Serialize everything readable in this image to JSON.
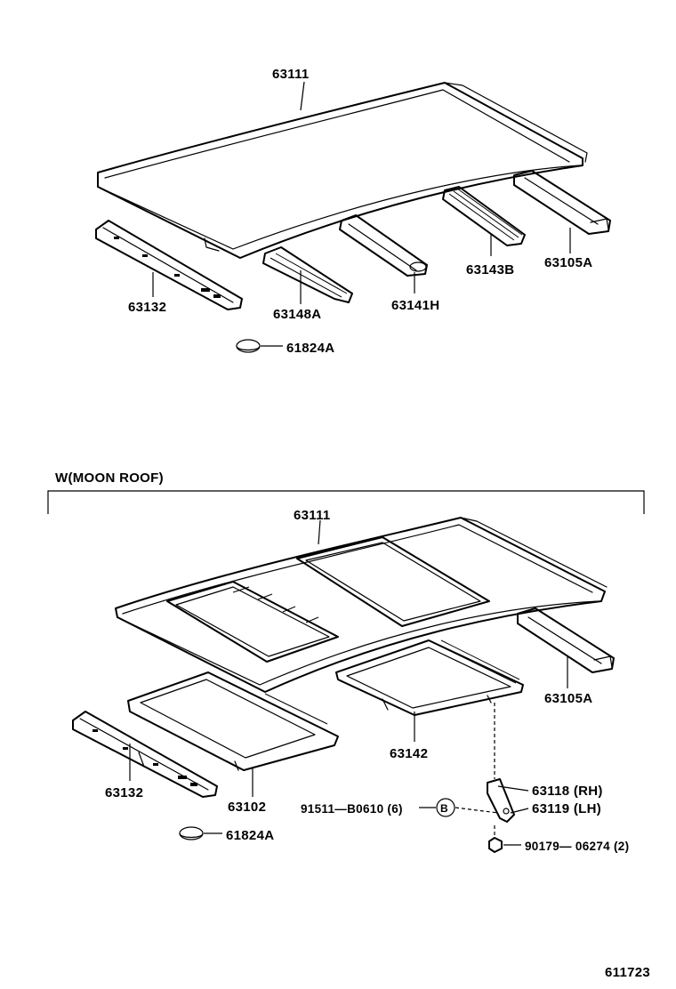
{
  "upper": {
    "roof_panel": "63111",
    "side_rail": "63105A",
    "bow_rear": "63143B",
    "bow_center": "63141H",
    "bow_front": "63148A",
    "front_header": "63132",
    "plug": "61824A"
  },
  "lower": {
    "section_title": "W(MOON  ROOF)",
    "roof_panel": "63111",
    "side_rail": "63105A",
    "housing": "63142",
    "reinforcement": "63102",
    "front_header": "63132",
    "plug": "61824A",
    "bracket_rh": "63118 (RH)",
    "bracket_lh": "63119 (LH)",
    "bolt": "91511—B0610 (6)",
    "callout_letter": "B",
    "nut": "90179— 06274 (2)"
  },
  "figure_number": "611723"
}
